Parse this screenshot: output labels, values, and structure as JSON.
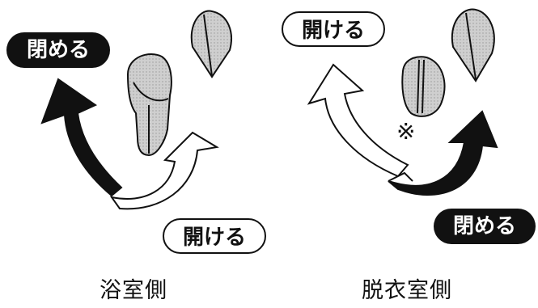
{
  "left_panel": {
    "close_label": "閉める",
    "open_label": "開ける",
    "caption": "浴室側"
  },
  "right_panel": {
    "open_label": "開ける",
    "close_label": "閉める",
    "note_mark": "※",
    "caption": "脱衣室側"
  },
  "colors": {
    "knob_fill": "#c9c9c9",
    "arrow_dark": "#111111",
    "arrow_light": "#ffffff"
  }
}
